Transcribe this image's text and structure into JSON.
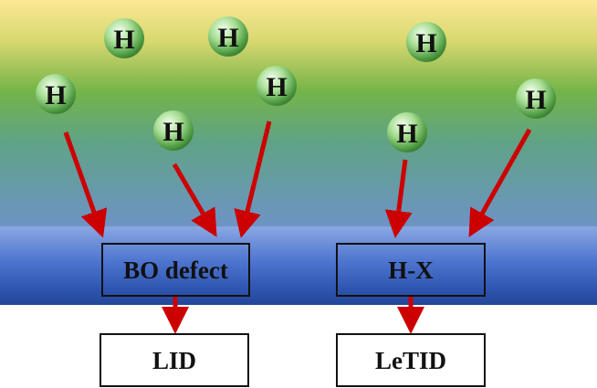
{
  "atoms": [
    {
      "label": "H"
    },
    {
      "label": "H"
    },
    {
      "label": "H"
    },
    {
      "label": "H"
    },
    {
      "label": "H"
    },
    {
      "label": "H"
    },
    {
      "label": "H"
    },
    {
      "label": "H"
    }
  ],
  "defects": {
    "bo": "BO defect",
    "hx": "H-X"
  },
  "effects": {
    "lid": "LID",
    "letid": "LeTID"
  },
  "colors": {
    "arrow": "#cc0000",
    "sky_top": "#f8e58f",
    "sky_mid": "#6fb14a",
    "band": "#3a63c4",
    "atom": "#7fcf6a"
  }
}
